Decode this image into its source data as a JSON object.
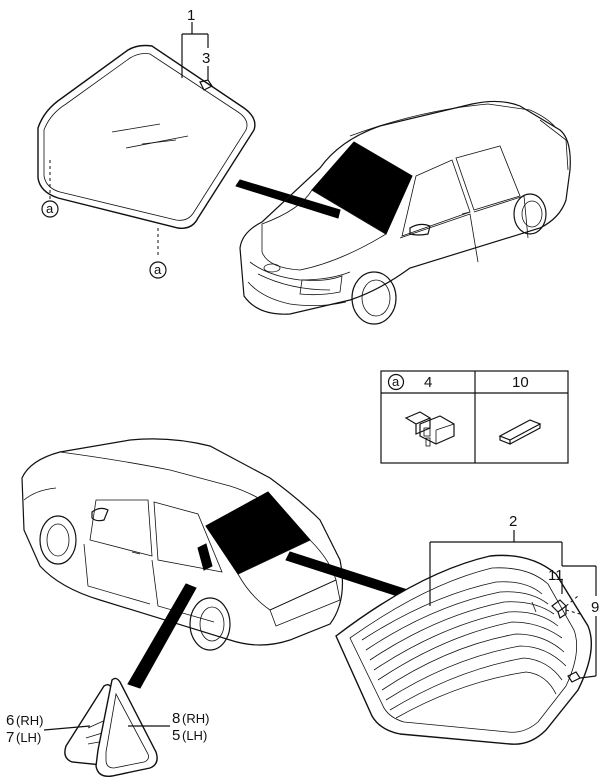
{
  "callouts": {
    "p1": "1",
    "p2": "2",
    "p3": "3",
    "p4": "4",
    "p5": "5",
    "p6": "6",
    "p7": "7",
    "p8": "8",
    "p9": "9",
    "p10": "10",
    "p11": "11"
  },
  "sides": {
    "rh": "(RH)",
    "lh": "(LH)"
  },
  "ref_mark": "a",
  "legend": {
    "ref": "a",
    "col1": "4",
    "col2": "10"
  }
}
